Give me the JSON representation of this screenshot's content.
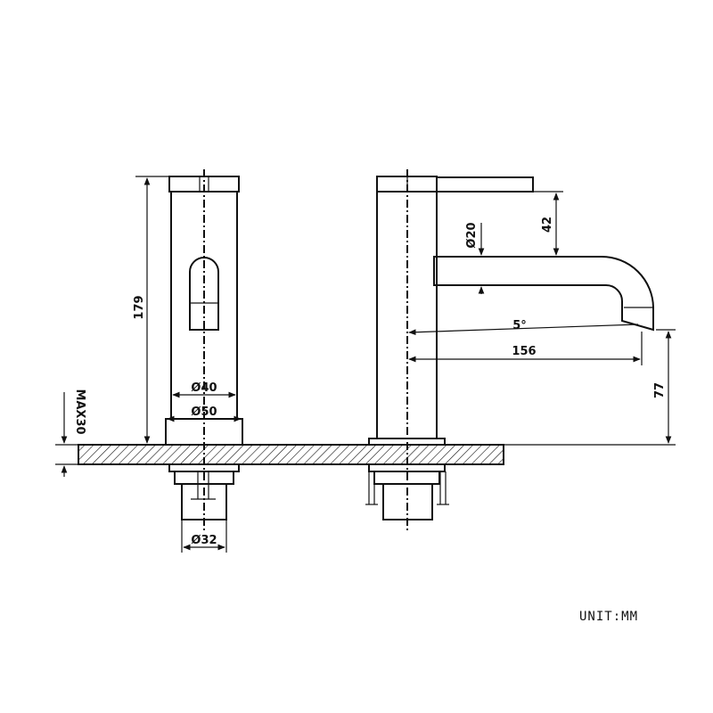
{
  "dimensions": {
    "height": "179",
    "body_diameter": "Ø40",
    "base_diameter": "Ø50",
    "shank_diameter": "Ø32",
    "deck_thickness": "MAX30",
    "spout_diameter": "Ø20",
    "spout_drop": "42",
    "spout_angle": "5°",
    "reach": "156",
    "spout_height": "77"
  },
  "unit_label": "UNIT:MM",
  "colors": {
    "line": "#111111",
    "background": "#ffffff"
  }
}
